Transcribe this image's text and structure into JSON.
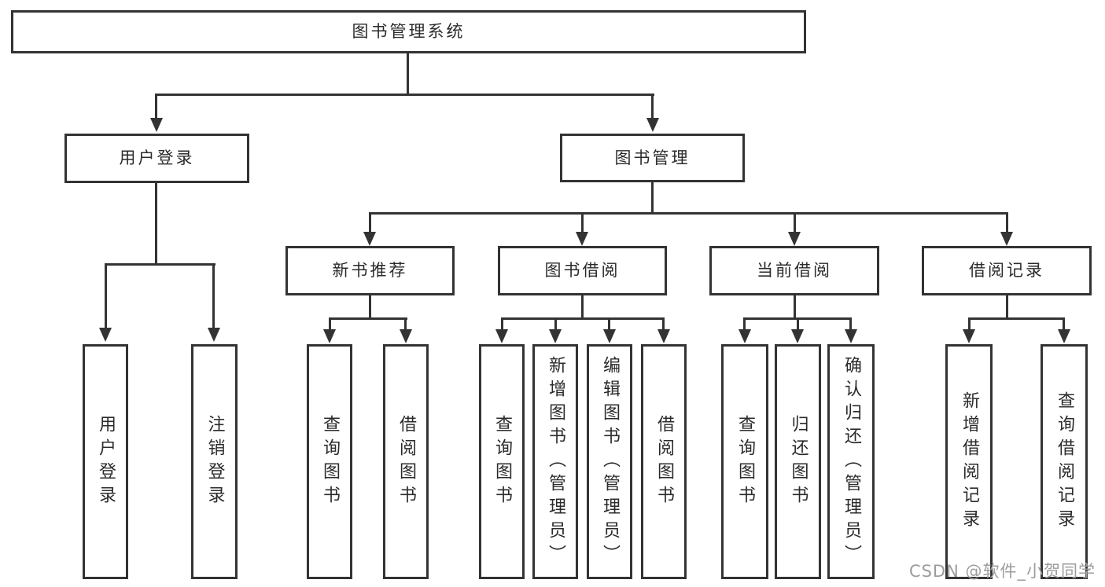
{
  "diagram": {
    "root": "图书管理系统",
    "level2": {
      "login": "用户登录",
      "manage": "图书管理"
    },
    "login_children": [
      "用户登录",
      "注销登录"
    ],
    "manage_children": {
      "recommend": "新书推荐",
      "borrow": "图书借阅",
      "current": "当前借阅",
      "records": "借阅记录"
    },
    "recommend_children": [
      "查询图书",
      "借阅图书"
    ],
    "borrow_children": [
      "查询图书",
      "新增图书（管理员）",
      "编辑图书（管理员）",
      "借阅图书"
    ],
    "current_children": [
      "查询图书",
      "归还图书",
      "确认归还（管理员）"
    ],
    "records_children": [
      "新增借阅记录",
      "查询借阅记录"
    ]
  },
  "watermark": "CSDN @软件_小贺同学",
  "colors": {
    "line": "#333333",
    "text": "#2b2b2b",
    "watermark": "#9c9c9c",
    "background": "#ffffff"
  }
}
